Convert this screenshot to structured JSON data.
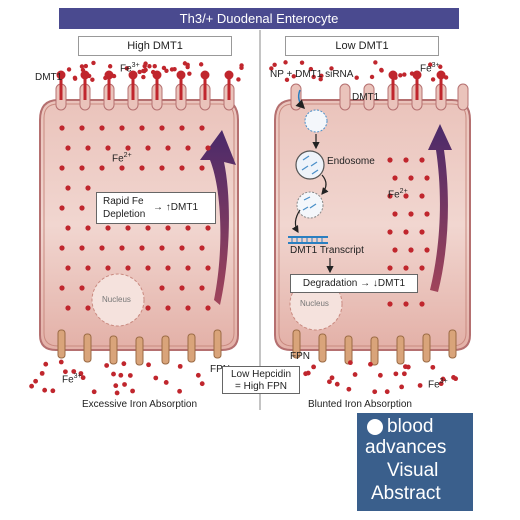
{
  "title": "Th3/+ Duodenal Enterocyte",
  "left_panel": {
    "header": "High DMT1",
    "dmt1_label": "DMT1",
    "fe3_label": "Fe",
    "fe3_sup": "3+",
    "fe2_label": "Fe",
    "fe2_sup": "2+",
    "box_line1": "Rapid Fe",
    "box_line2": "Depletion",
    "box_arrow": "↑DMT1",
    "nucleus": "Nucleus",
    "fpn": "FPN",
    "fe3_bottom": "Fe",
    "fe3_bottom_sup": "3+",
    "caption": "Excessive Iron Absorption"
  },
  "right_panel": {
    "header": "Low DMT1",
    "sirna_label": "NP + DMT1 siRNA",
    "dmt1_label": "DMT1",
    "fe3_label": "Fe",
    "fe3_sup": "3+",
    "endosome": "Endosome",
    "fe2_label": "Fe",
    "fe2_sup": "2+",
    "transcript": "DMT1 Transcript",
    "box_text": "Degradation → ↓DMT1",
    "nucleus": "Nucleus",
    "fpn": "FPN",
    "fe3_bottom": "Fe",
    "fe3_bottom_sup": "3+",
    "caption": "Blunted Iron Absorption"
  },
  "center_box": {
    "line1": "Low Hepcidin",
    "line2": "= High FPN"
  },
  "brand": {
    "line1": "blood",
    "line2": "advances",
    "line3": "Visual",
    "line4": "Abstract"
  },
  "colors": {
    "banner": "#4a4a8f",
    "cell": "#e6b8b0",
    "cell_border": "#b57070",
    "iron": "#c0262d",
    "arrow": "#6e2a4a",
    "brand": "#3a5f8c",
    "transporter": "#d9a47a"
  }
}
